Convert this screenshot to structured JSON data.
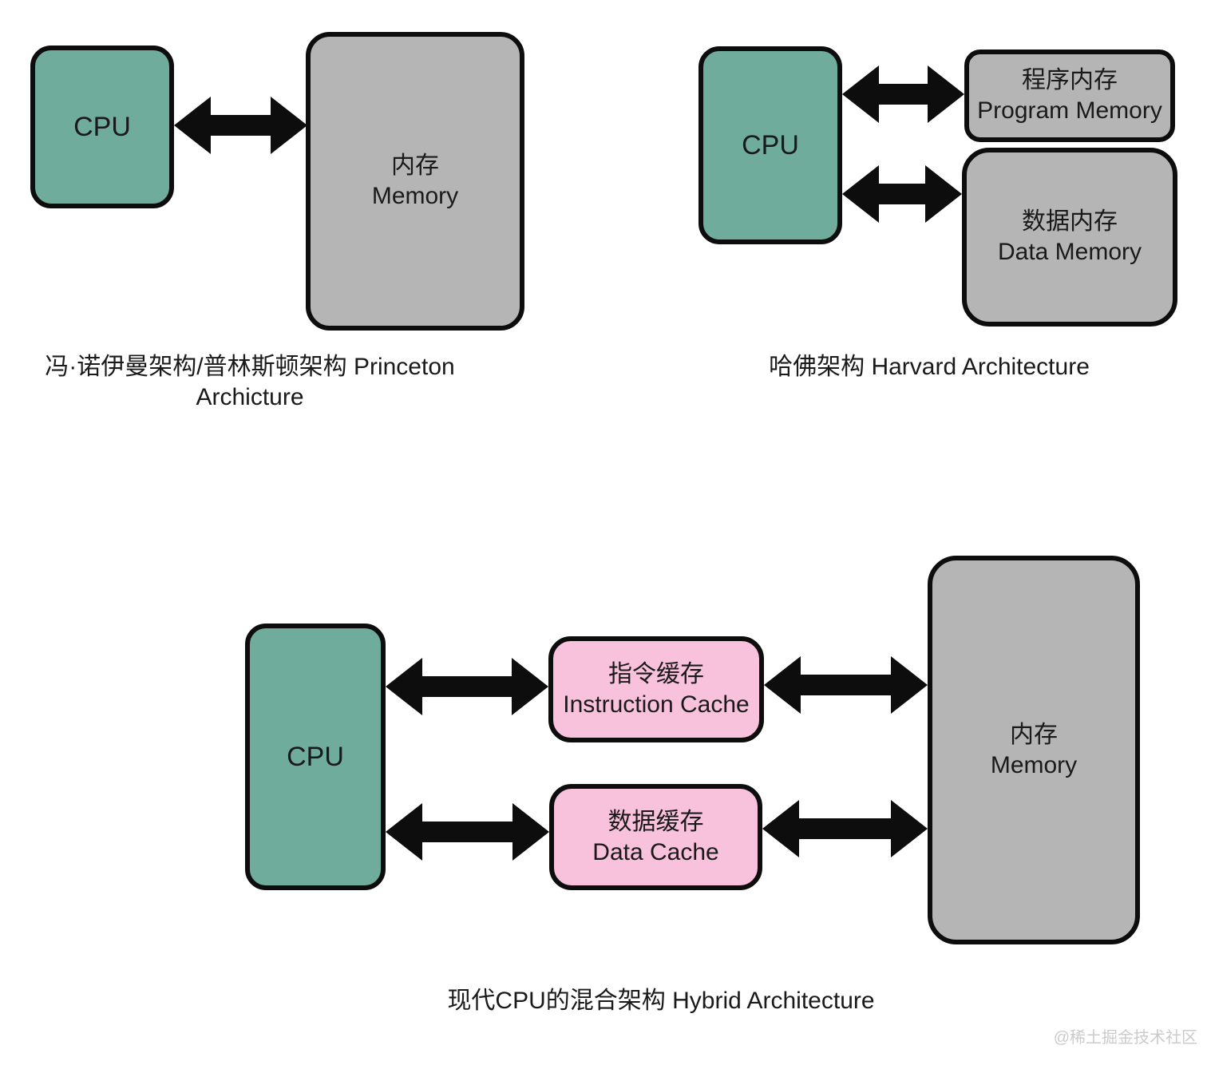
{
  "diagrams": {
    "princeton": {
      "cpu_label": "CPU",
      "memory_label_zh": "内存",
      "memory_label_en": "Memory",
      "caption_zh": "冯·诺伊曼架构/普林斯顿架构",
      "caption_en": "Princeton Archicture"
    },
    "harvard": {
      "cpu_label": "CPU",
      "program_memory_zh": "程序内存",
      "program_memory_en": "Program Memory",
      "data_memory_zh": "数据内存",
      "data_memory_en": "Data Memory",
      "caption_zh": "哈佛架构",
      "caption_en": "Harvard Architecture"
    },
    "hybrid": {
      "cpu_label": "CPU",
      "instruction_cache_zh": "指令缓存",
      "instruction_cache_en": "Instruction Cache",
      "data_cache_zh": "数据缓存",
      "data_cache_en": "Data Cache",
      "memory_label_zh": "内存",
      "memory_label_en": "Memory",
      "caption_zh": "现代CPU的混合架构",
      "caption_en": "Hybrid Architecture"
    }
  },
  "watermark": "@稀土掘金技术社区",
  "colors": {
    "cpu_fill": "#6FAC9C",
    "memory_fill": "#b5b5b5",
    "cache_fill": "#F8C1DC",
    "outline": "#0d0d0d"
  }
}
